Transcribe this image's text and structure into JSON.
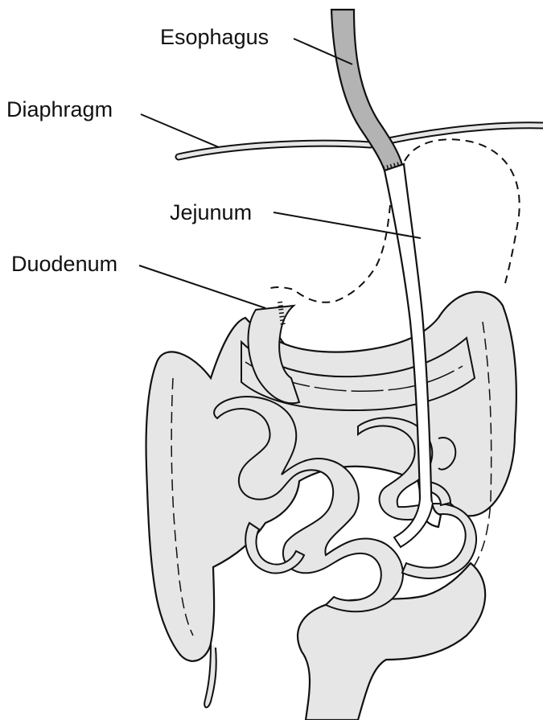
{
  "labels": {
    "esophagus": "Esophagus",
    "diaphragm": "Diaphragm",
    "jejunum": "Jejunum",
    "duodenum": "Duodenum"
  },
  "colors": {
    "tissue_fill": "#e6e6e6",
    "esophagus_fill": "#b3b3b3",
    "outline": "#111111",
    "background": "#ffffff"
  }
}
